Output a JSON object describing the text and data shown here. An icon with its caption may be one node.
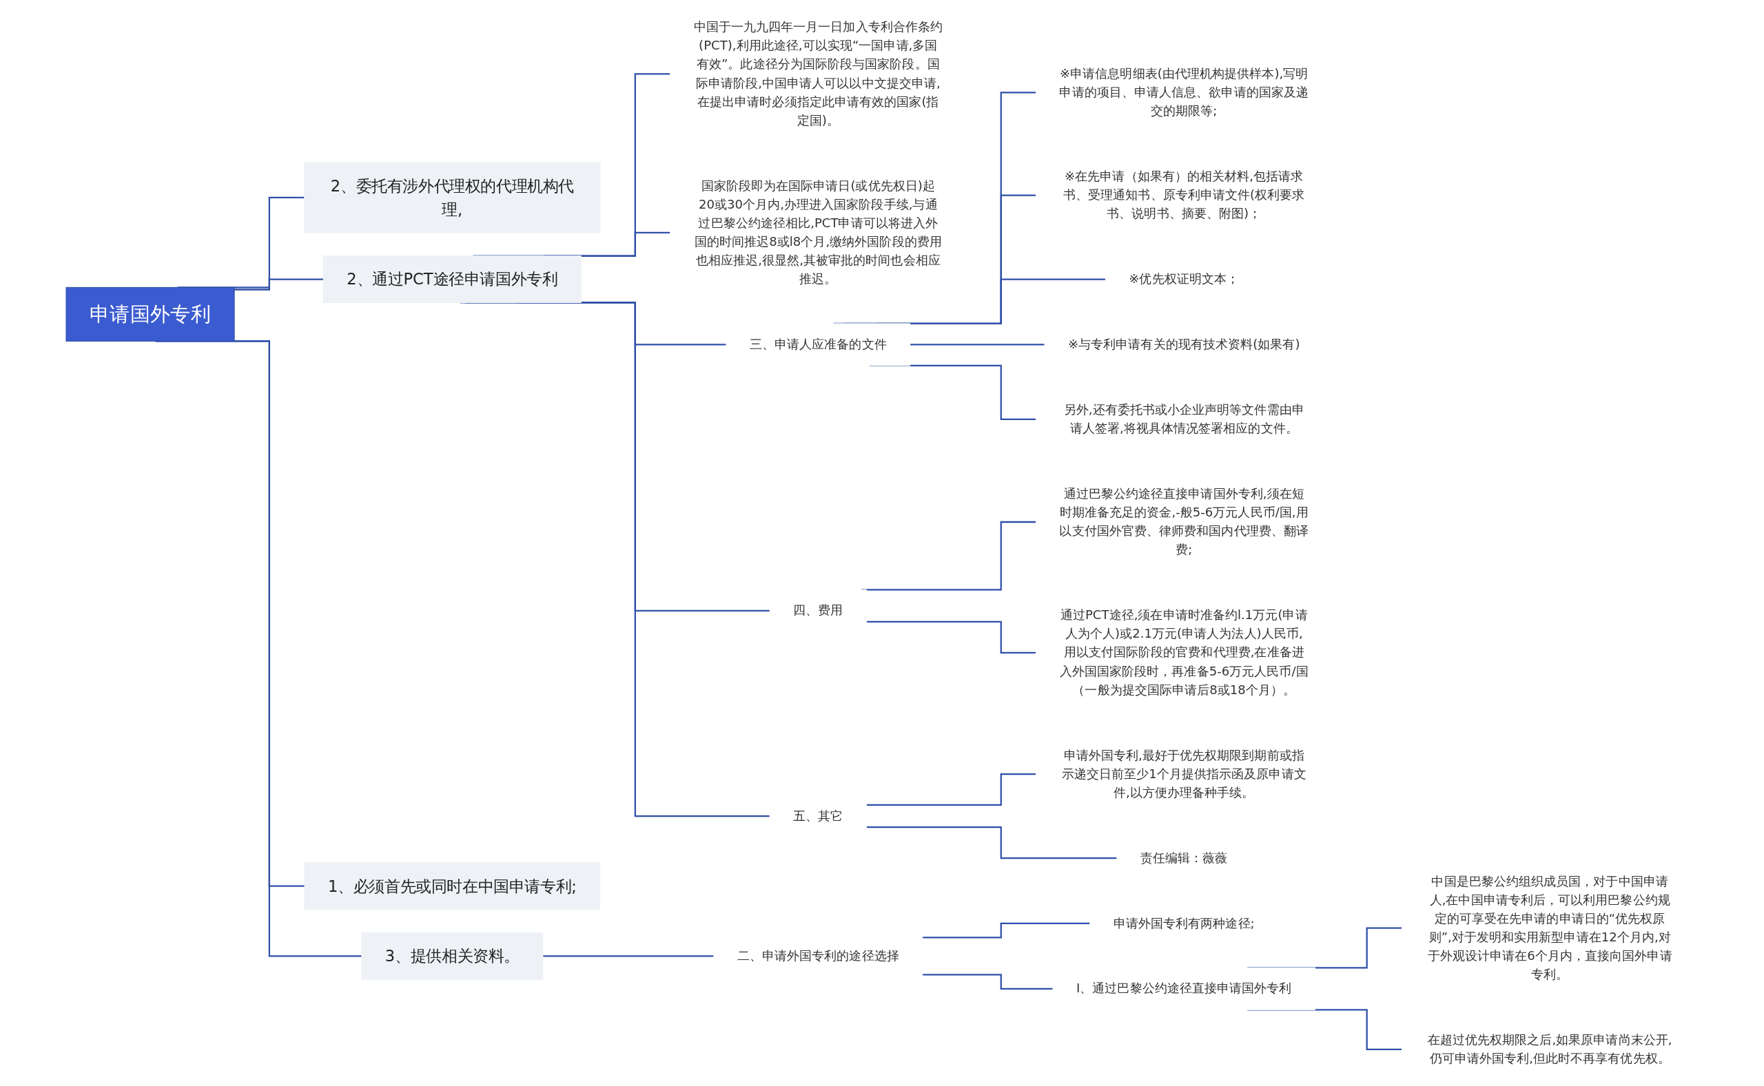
{
  "diagram": {
    "nodes": [
      {
        "text": [
          "申请国外专利"
        ]
      },
      {
        "text": [
          "2、委托有涉外代理权的代理机构代理,"
        ]
      },
      {
        "text": [
          "2、通过PCT途径申请国外专利"
        ]
      },
      {
        "text": [
          "中国于一九九四年一月一日加入专利合作条约(PCT),利用此途径,可以实现“一国申请,多国有效”。此途径分为国际阶段与国家阶段。国际申请阶段,中国申请人可以以中文提交申请,在提出申请时必须指定此申请有效的国家(指定国)。"
        ]
      },
      {
        "text": [
          "国家阶段即为在国际申请日(或优先权日)起20或30个月内,办理进入国家阶段手续,与通过巴黎公约途径相比,PCT申请可以将进入外国的时间推迟8或l8个月,缴纳外国阶段的费用也相应推迟,很显然,其被审批的时间也会相应推迟。"
        ]
      },
      {
        "text": [
          "三、申请人应准备的文件"
        ]
      },
      {
        "text": [
          "※申请信息明细表(由代理机构提供样本),写明申请的项目、申请人信息、欲申请的国家及递交的期限等;"
        ]
      },
      {
        "text": [
          "※在先申请（如果有）的相关材料,包括请求书、受理通知书、原专利申请文件(权利要求书、说明书、摘要、附图)；"
        ]
      },
      {
        "text": [
          "※优先权证明文本；"
        ]
      },
      {
        "text": [
          "※与专利申请有关的现有技术资料(如果有)"
        ]
      },
      {
        "text": [
          "另外,还有委托书或小企业声明等文件需由申请人签署,将视具体情况签署相应的文件。"
        ]
      },
      {
        "text": [
          "四、费用"
        ]
      },
      {
        "text": [
          "通过巴黎公约途径直接申请国外专利,须在短时期准备充足的资金,-般5-6万元人民币/国,用以支付国外官费、律师费和国内代理费、翻译费;"
        ]
      },
      {
        "text": [
          "通过PCT途径,须在申请时准备约l.1万元(申请人为个人)或2.1万元(申请人为法人)人民币,用以支付国际阶段的官费和代理费,在准备进入外国国家阶段时，再准备5-6万元人民币/国（一般为提交国际申请后8或18个月）。"
        ]
      },
      {
        "text": [
          "五、其它"
        ]
      },
      {
        "text": [
          "申请外国专利,最好于优先权期限到期前或指示递交日前至少1个月提供指示函及原申请文件,以方便办理备种手续。"
        ]
      },
      {
        "text": [
          "责任编辑：薇薇"
        ]
      },
      {
        "text": [
          "1、必须首先或同时在中国申请专利;"
        ]
      },
      {
        "text": [
          "3、提供相关资料。"
        ]
      },
      {
        "text": [
          "二、申请外国专利的途径选择"
        ]
      },
      {
        "text": [
          "申请外国专利有两种途径;"
        ]
      },
      {
        "text": [
          "I、通过巴黎公约途径直接申请国外专利"
        ]
      },
      {
        "text": [
          "中国是巴黎公约组织成员国，对于中国申请人,在中国申请专利后，可以利用巴黎公约规定的可享受在先申请的申请日的“优先权原则”,对于发明和实用新型申请在12个月内,对于外观设计申请在6个月内，直接向国外申请专利。"
        ]
      },
      {
        "text": [
          "在超过优先权期限之后,如果原申请尚末公开,仍可申请外国专利,但此时不再享有优先权。"
        ]
      }
    ],
    "edges": [
      {
        "from": 0,
        "to": 1,
        "arrow": "none"
      },
      {
        "from": 0,
        "to": 2,
        "arrow": "none"
      },
      {
        "from": 2,
        "to": 3,
        "arrow": "none"
      },
      {
        "from": 2,
        "to": 4,
        "arrow": "none"
      },
      {
        "from": 2,
        "to": 5,
        "arrow": "none"
      },
      {
        "from": 5,
        "to": 6,
        "arrow": "none"
      },
      {
        "from": 5,
        "to": 7,
        "arrow": "none"
      },
      {
        "from": 5,
        "to": 8,
        "arrow": "none"
      },
      {
        "from": 5,
        "to": 9,
        "arrow": "none"
      },
      {
        "from": 5,
        "to": 10,
        "arrow": "none"
      },
      {
        "from": 2,
        "to": 11,
        "arrow": "none"
      },
      {
        "from": 11,
        "to": 12,
        "arrow": "none"
      },
      {
        "from": 11,
        "to": 13,
        "arrow": "none"
      },
      {
        "from": 2,
        "to": 14,
        "arrow": "none"
      },
      {
        "from": 14,
        "to": 15,
        "arrow": "none"
      },
      {
        "from": 14,
        "to": 16,
        "arrow": "none"
      },
      {
        "from": 0,
        "to": 17,
        "arrow": "none"
      },
      {
        "from": 0,
        "to": 18,
        "arrow": "none"
      },
      {
        "from": 18,
        "to": 19,
        "arrow": "none"
      },
      {
        "from": 19,
        "to": 20,
        "arrow": "none"
      },
      {
        "from": 19,
        "to": 21,
        "arrow": "none"
      },
      {
        "from": 21,
        "to": 22,
        "arrow": "none"
      },
      {
        "from": 21,
        "to": 23,
        "arrow": "none"
      }
    ]
  }
}
